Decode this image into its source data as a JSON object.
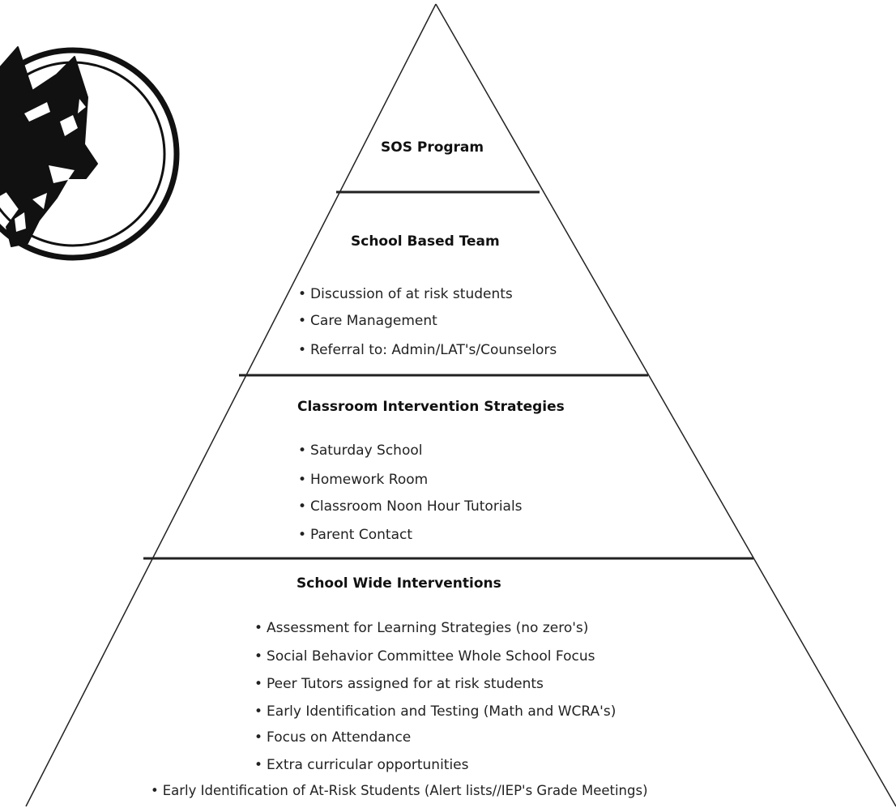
{
  "colors": {
    "background": "#ffffff",
    "lines": "#222222",
    "logo": "#111111"
  },
  "logo": {
    "icon": "wolf-head-emblem-icon"
  },
  "pyramid": {
    "tiers": [
      {
        "title": "SOS Program",
        "items": []
      },
      {
        "title": "School Based Team",
        "items": [
          "Discussion of at risk students",
          "Care Management",
          "Referral to: Admin/LAT's/Counselors"
        ]
      },
      {
        "title": "Classroom Intervention Strategies",
        "items": [
          "Saturday School",
          "Homework Room",
          "Classroom Noon Hour Tutorials",
          "Parent Contact"
        ]
      },
      {
        "title": "School Wide Interventions",
        "items": [
          "Assessment for Learning Strategies (no zero's)",
          "Social Behavior Committee Whole School Focus",
          "Peer Tutors assigned for at risk students",
          "Early Identification and Testing (Math and WCRA's)",
          "Focus on Attendance",
          "Extra curricular opportunities",
          "Early Identification of At-Risk Students (Alert lists//IEP's Grade Meetings)"
        ]
      }
    ]
  }
}
